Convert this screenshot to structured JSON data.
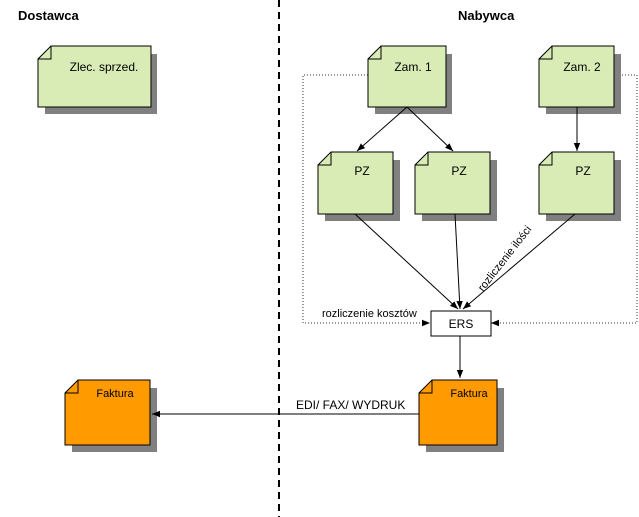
{
  "columns": {
    "left_title": "Dostawca",
    "right_title": "Nabywca"
  },
  "documents": {
    "sales_order": "Zlec. sprzed.",
    "order1": "Zam. 1",
    "order2": "Zam. 2",
    "receipt1": "PZ",
    "receipt2": "PZ",
    "receipt3": "PZ",
    "invoice_supplier": "Faktura",
    "invoice_buyer": "Faktura"
  },
  "process": {
    "ers": "ERS"
  },
  "edge_labels": {
    "cost_settlement": "rozliczenie kosztów",
    "qty_settlement": "rozliczenie ilości",
    "transmission": "EDI/ FAX/ WYDRUK"
  },
  "colors": {
    "green_doc": "#d9ecb6",
    "orange_doc": "#ff9a00",
    "shadow": "#808080",
    "line": "#000000"
  }
}
